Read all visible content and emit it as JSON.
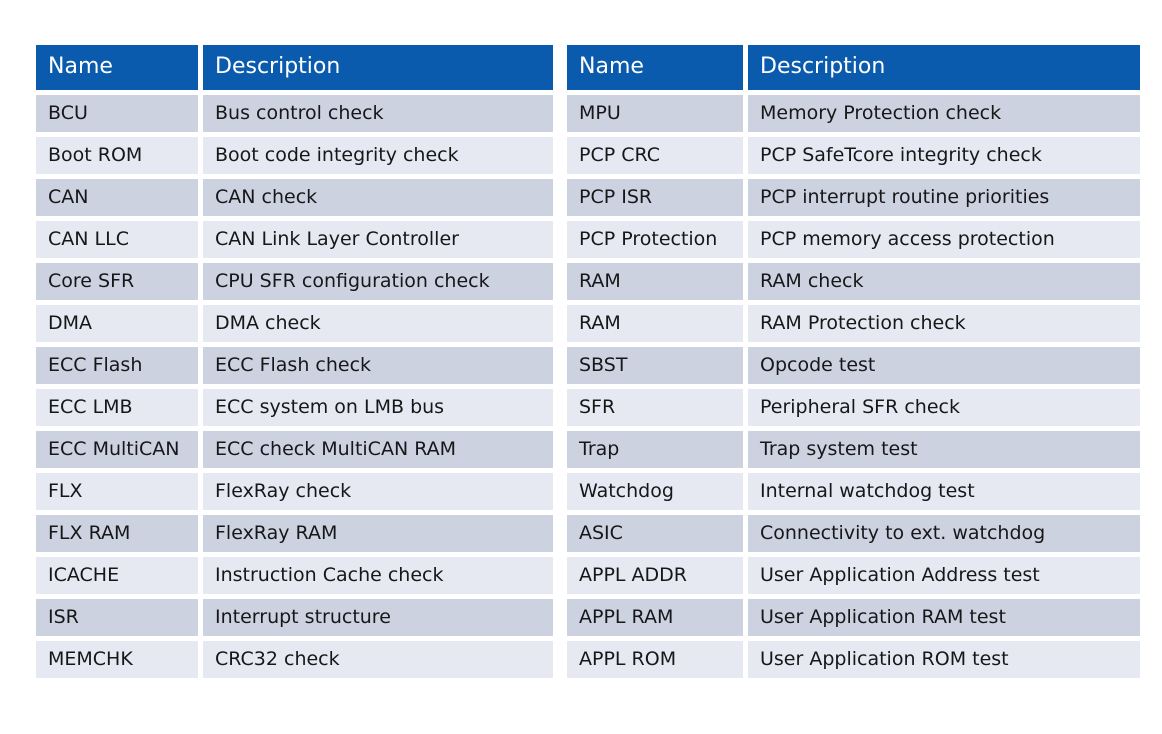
{
  "tables": [
    {
      "id": "left",
      "columns": [
        "Name",
        "Description"
      ],
      "rows": [
        [
          "BCU",
          "Bus control check"
        ],
        [
          "Boot ROM",
          "Boot code integrity check"
        ],
        [
          "CAN",
          "CAN check"
        ],
        [
          "CAN LLC",
          "CAN Link Layer Controller"
        ],
        [
          "Core SFR",
          "CPU SFR configuration check"
        ],
        [
          "DMA",
          "DMA check"
        ],
        [
          "ECC Flash",
          "ECC Flash check"
        ],
        [
          "ECC LMB",
          "ECC system on LMB bus"
        ],
        [
          "ECC MultiCAN",
          "ECC check MultiCAN RAM"
        ],
        [
          "FLX",
          "FlexRay check"
        ],
        [
          "FLX RAM",
          "FlexRay RAM"
        ],
        [
          "ICACHE",
          "Instruction Cache check"
        ],
        [
          "ISR",
          "Interrupt structure"
        ],
        [
          "MEMCHK",
          "CRC32 check"
        ]
      ]
    },
    {
      "id": "right",
      "columns": [
        "Name",
        "Description"
      ],
      "rows": [
        [
          "MPU",
          "Memory Protection check"
        ],
        [
          "PCP CRC",
          "PCP SafeTcore integrity check"
        ],
        [
          "PCP ISR",
          "PCP interrupt routine priorities"
        ],
        [
          "PCP Protection",
          "PCP memory access protection"
        ],
        [
          "RAM",
          "RAM check"
        ],
        [
          "RAM",
          "RAM Protection check"
        ],
        [
          "SBST",
          "Opcode test"
        ],
        [
          "SFR",
          "Peripheral SFR check"
        ],
        [
          "Trap",
          "Trap system test"
        ],
        [
          "Watchdog",
          "Internal watchdog test"
        ],
        [
          "ASIC",
          "Connectivity to ext. watchdog"
        ],
        [
          "APPL ADDR",
          "User Application Address test"
        ],
        [
          "APPL RAM",
          "User Application RAM test"
        ],
        [
          "APPL ROM",
          "User Application ROM test"
        ]
      ]
    }
  ],
  "colors": {
    "header_background": "#0a5bad",
    "header_text": "#ffffff",
    "row_odd": "#ccd2e0",
    "row_even": "#e6e9f2",
    "page_background": "#ffffff",
    "body_text": "#17171a"
  }
}
